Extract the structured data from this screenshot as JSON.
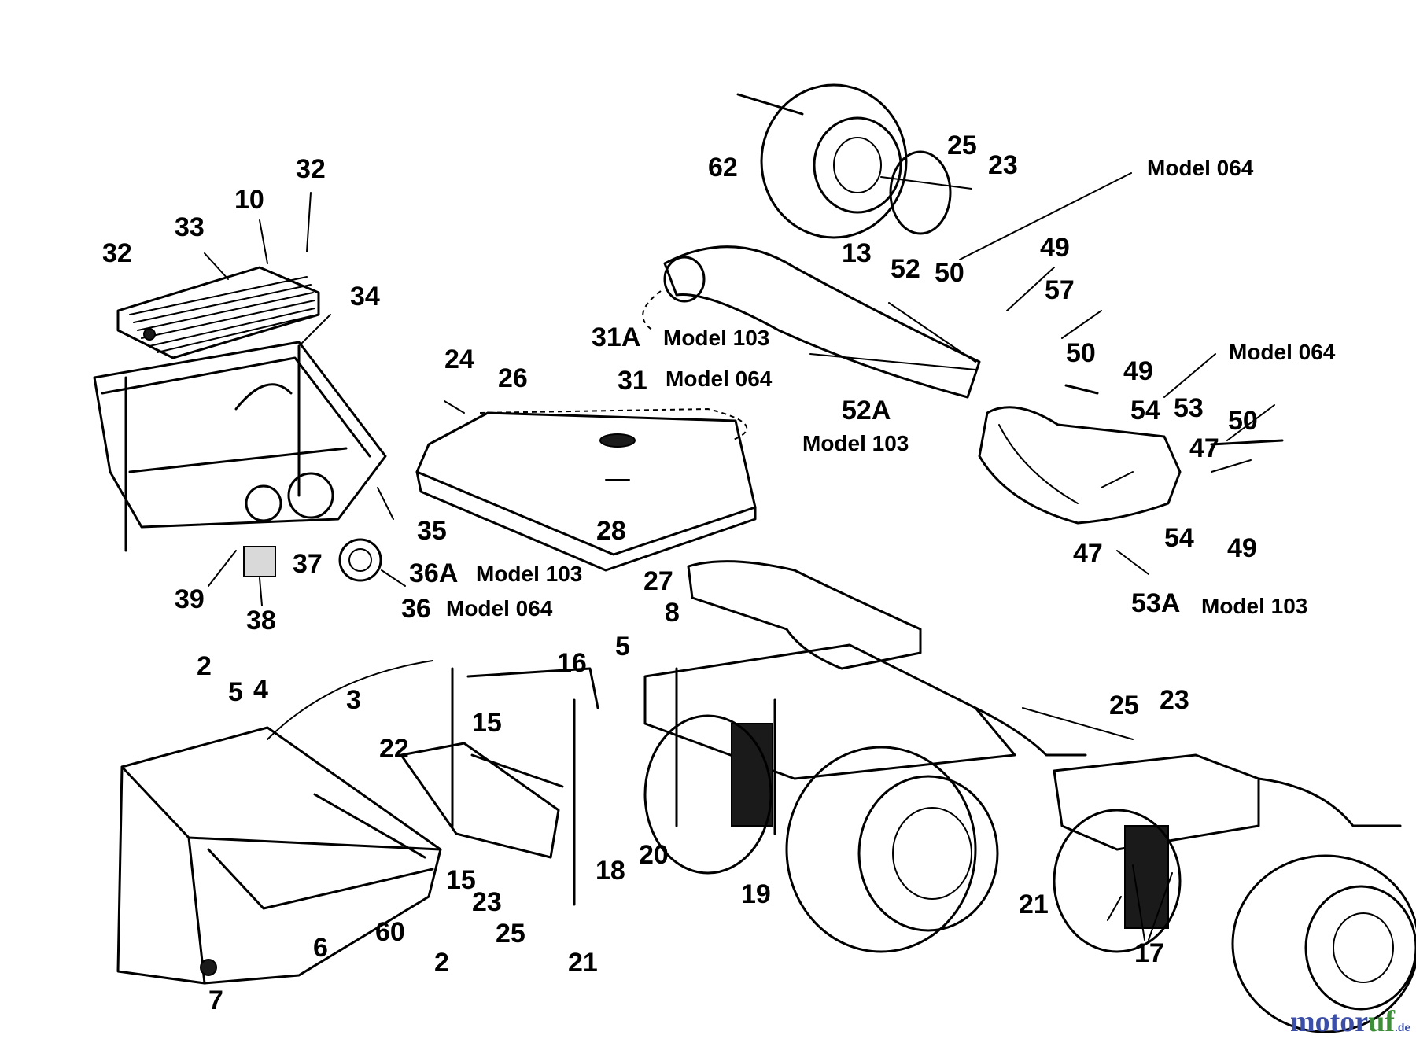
{
  "diagram": {
    "labels": {
      "l32a": "32",
      "l10": "10",
      "l33": "33",
      "l32b": "32",
      "l34": "34",
      "l35": "35",
      "l37": "37",
      "l39": "39",
      "l38": "38",
      "l36A": "36A",
      "l36": "36",
      "l62": "62",
      "l25a": "25",
      "l23a": "23",
      "l13": "13",
      "l52": "52",
      "l50a": "50",
      "l49a": "49",
      "l57": "57",
      "l31A": "31A",
      "l24": "24",
      "l26": "26",
      "l31": "31",
      "l52A": "52A",
      "l50b": "50",
      "l49b": "49",
      "l54a": "54",
      "l53": "53",
      "l50c": "50",
      "l47a": "47",
      "l47b": "47",
      "l54b": "54",
      "l49c": "49",
      "l53A": "53A",
      "l28": "28",
      "l27": "27",
      "l8": "8",
      "l5a": "5",
      "l16": "16",
      "l2a": "2",
      "l5b": "5",
      "l4": "4",
      "l3": "3",
      "l22": "22",
      "l15a": "15",
      "l15b": "15",
      "l18": "18",
      "l20": "20",
      "l19": "19",
      "l23b": "23",
      "l25b": "25",
      "l60": "60",
      "l2b": "2",
      "l6": "6",
      "l7": "7",
      "l21a": "21",
      "l25c": "25",
      "l23c": "23",
      "l21b": "21",
      "l17": "17"
    },
    "models": {
      "m064_top": "Model 064",
      "m103_a": "Model 103",
      "m064_b": "Model 064",
      "m064_c": "Model 064",
      "m103_52A": "Model 103",
      "m103_36A": "Model 103",
      "m064_36": "Model 064",
      "m103_53A": "Model 103"
    }
  },
  "watermark": {
    "brand_main": "motor",
    "brand_accent": "uf",
    "tld": ".de"
  }
}
